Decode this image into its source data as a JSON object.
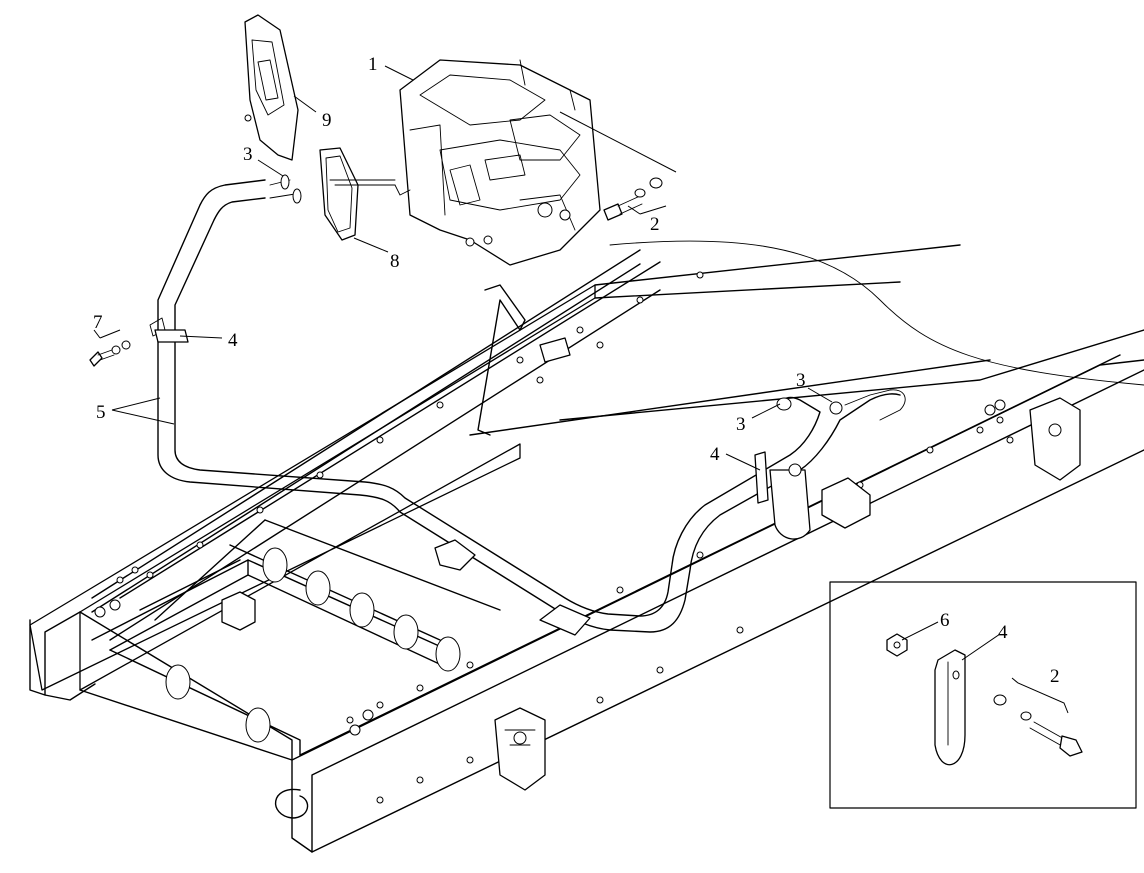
{
  "diagram": {
    "components": [
      {
        "id": "heater-unit",
        "callout": "1"
      },
      {
        "id": "bolt-washer-set",
        "callout": "2"
      },
      {
        "id": "hose-clamp",
        "callout": "3"
      },
      {
        "id": "pipe-bracket",
        "callout": "4"
      },
      {
        "id": "coolant-pipes",
        "callout": "5"
      },
      {
        "id": "nut",
        "callout": "6"
      },
      {
        "id": "bracket-fastener-set",
        "callout": "7"
      },
      {
        "id": "cover-gasket",
        "callout": "8"
      },
      {
        "id": "cover-plate",
        "callout": "9"
      }
    ],
    "labels": {
      "c1": "1",
      "c9": "9",
      "c3a": "3",
      "c8": "8",
      "c2a": "2",
      "c7": "7",
      "c4a": "4",
      "c5": "5",
      "c3b": "3",
      "c3c": "3",
      "c4b": "4",
      "c6": "6",
      "c4c": "4",
      "c2b": "2"
    }
  }
}
